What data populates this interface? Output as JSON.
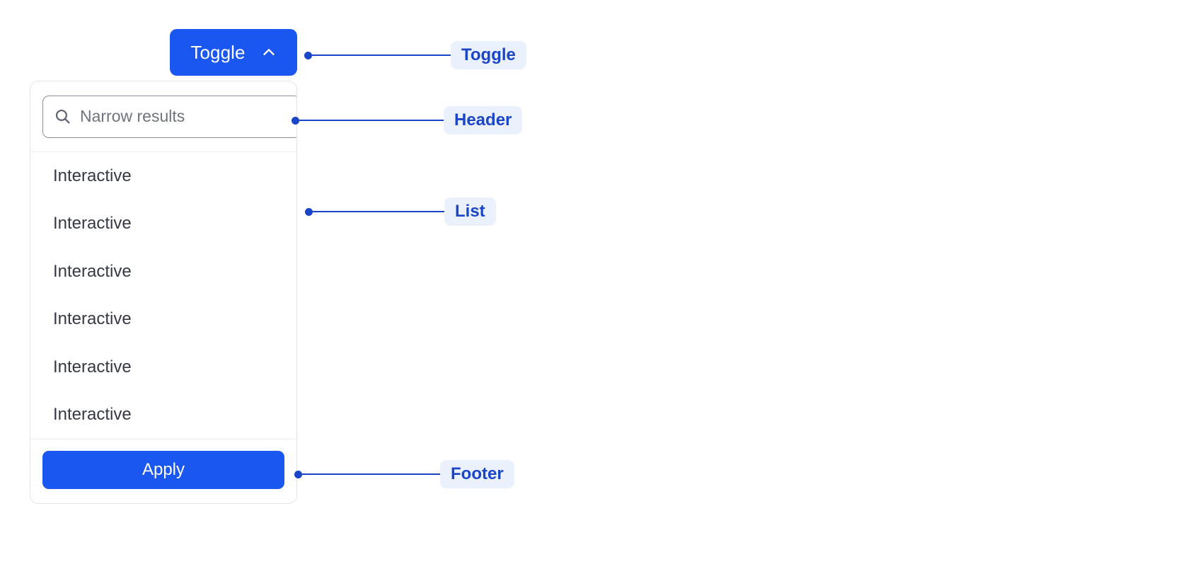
{
  "toggle": {
    "label": "Toggle",
    "icon": "chevron-up-icon",
    "background": "#1a56f0",
    "text_color": "#ffffff"
  },
  "panel": {
    "header": {
      "search": {
        "placeholder": "Narrow results",
        "value": "",
        "icon": "search-icon"
      }
    },
    "list": {
      "items": [
        {
          "label": "Interactive"
        },
        {
          "label": "Interactive"
        },
        {
          "label": "Interactive"
        },
        {
          "label": "Interactive"
        },
        {
          "label": "Interactive"
        },
        {
          "label": "Interactive"
        }
      ]
    },
    "footer": {
      "apply_label": "Apply",
      "apply_background": "#1a56f0"
    },
    "border_color": "#e3e4e9",
    "divider_color": "#eceef1"
  },
  "annotations": {
    "accent_color": "#1b45c8",
    "badge_background": "#eaf1fd",
    "items": [
      {
        "label": "Toggle",
        "target": "toggle-button"
      },
      {
        "label": "Header",
        "target": "panel-header"
      },
      {
        "label": "List",
        "target": "panel-list"
      },
      {
        "label": "Footer",
        "target": "panel-footer"
      }
    ]
  }
}
